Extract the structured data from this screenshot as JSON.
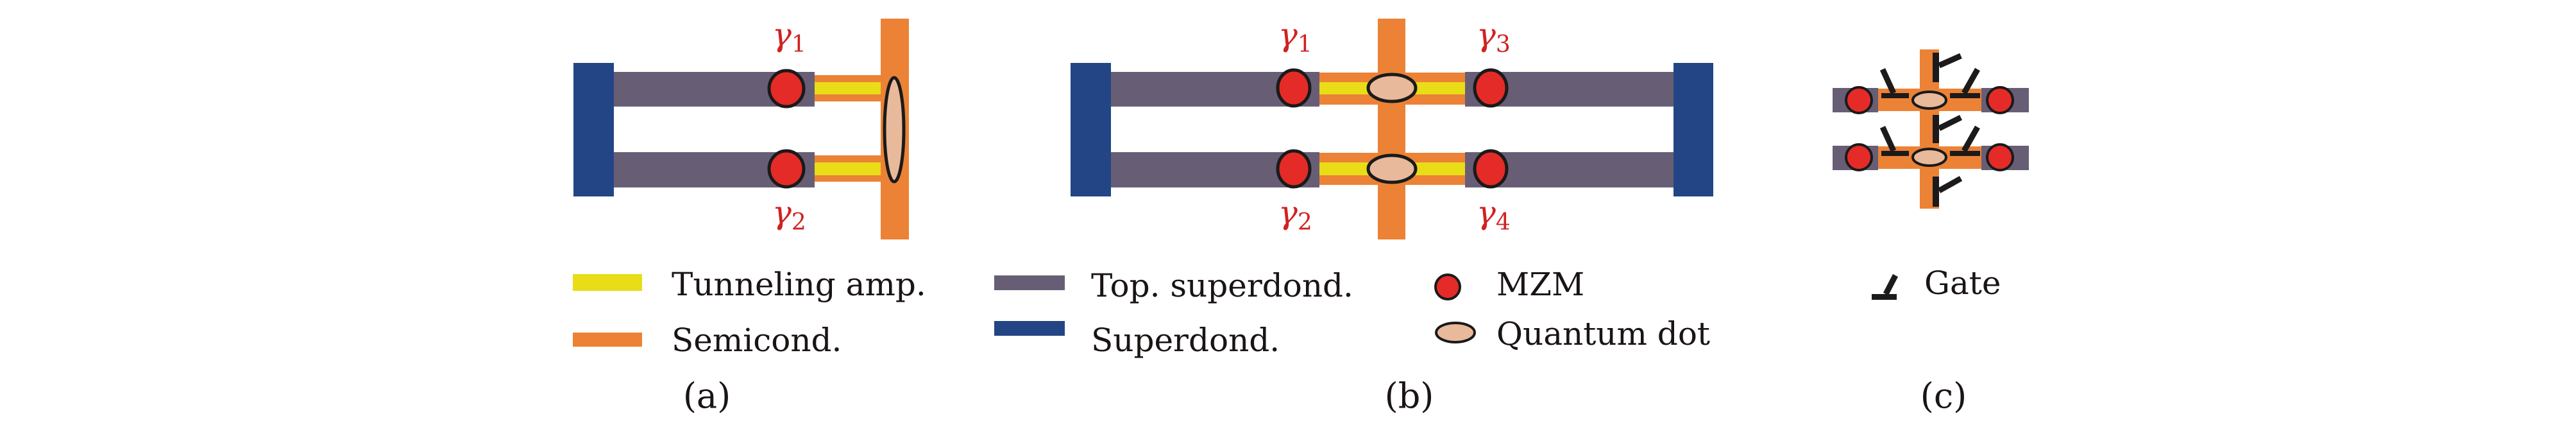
{
  "colors": {
    "tunneling": "#E8DD17",
    "semicond": "#EC8235",
    "top_superdond": "#675E76",
    "superdond": "#234585",
    "mzm": "#E52B28",
    "quantum_dot": "#E8B99A",
    "outline": "#1a1a1a",
    "gate": "#1c1a1a",
    "label_red": "#CF2220"
  },
  "panels": {
    "a": {
      "caption": "(a)",
      "mzm_labels": [
        {
          "greek": "γ",
          "sub": "1"
        },
        {
          "greek": "γ",
          "sub": "2"
        }
      ]
    },
    "b": {
      "caption": "(b)",
      "mzm_labels": [
        {
          "greek": "γ",
          "sub": "1"
        },
        {
          "greek": "γ",
          "sub": "2"
        },
        {
          "greek": "γ",
          "sub": "3"
        },
        {
          "greek": "γ",
          "sub": "4"
        }
      ]
    },
    "c": {
      "caption": "(c)"
    }
  },
  "legend": {
    "items": [
      {
        "key": "tunneling",
        "label": "Tunneling amp.",
        "symbol": "bar"
      },
      {
        "key": "semicond",
        "label": "Semicond.",
        "symbol": "bar"
      },
      {
        "key": "top_superdond",
        "label": "Top. superdond.",
        "symbol": "bar"
      },
      {
        "key": "superdond",
        "label": "Superdond.",
        "symbol": "bar"
      },
      {
        "key": "mzm",
        "label": "MZM",
        "symbol": "circle"
      },
      {
        "key": "quantum_dot",
        "label": "Quantum dot",
        "symbol": "ellipse"
      },
      {
        "key": "gate",
        "label": "Gate",
        "symbol": "gate-icon"
      }
    ]
  }
}
